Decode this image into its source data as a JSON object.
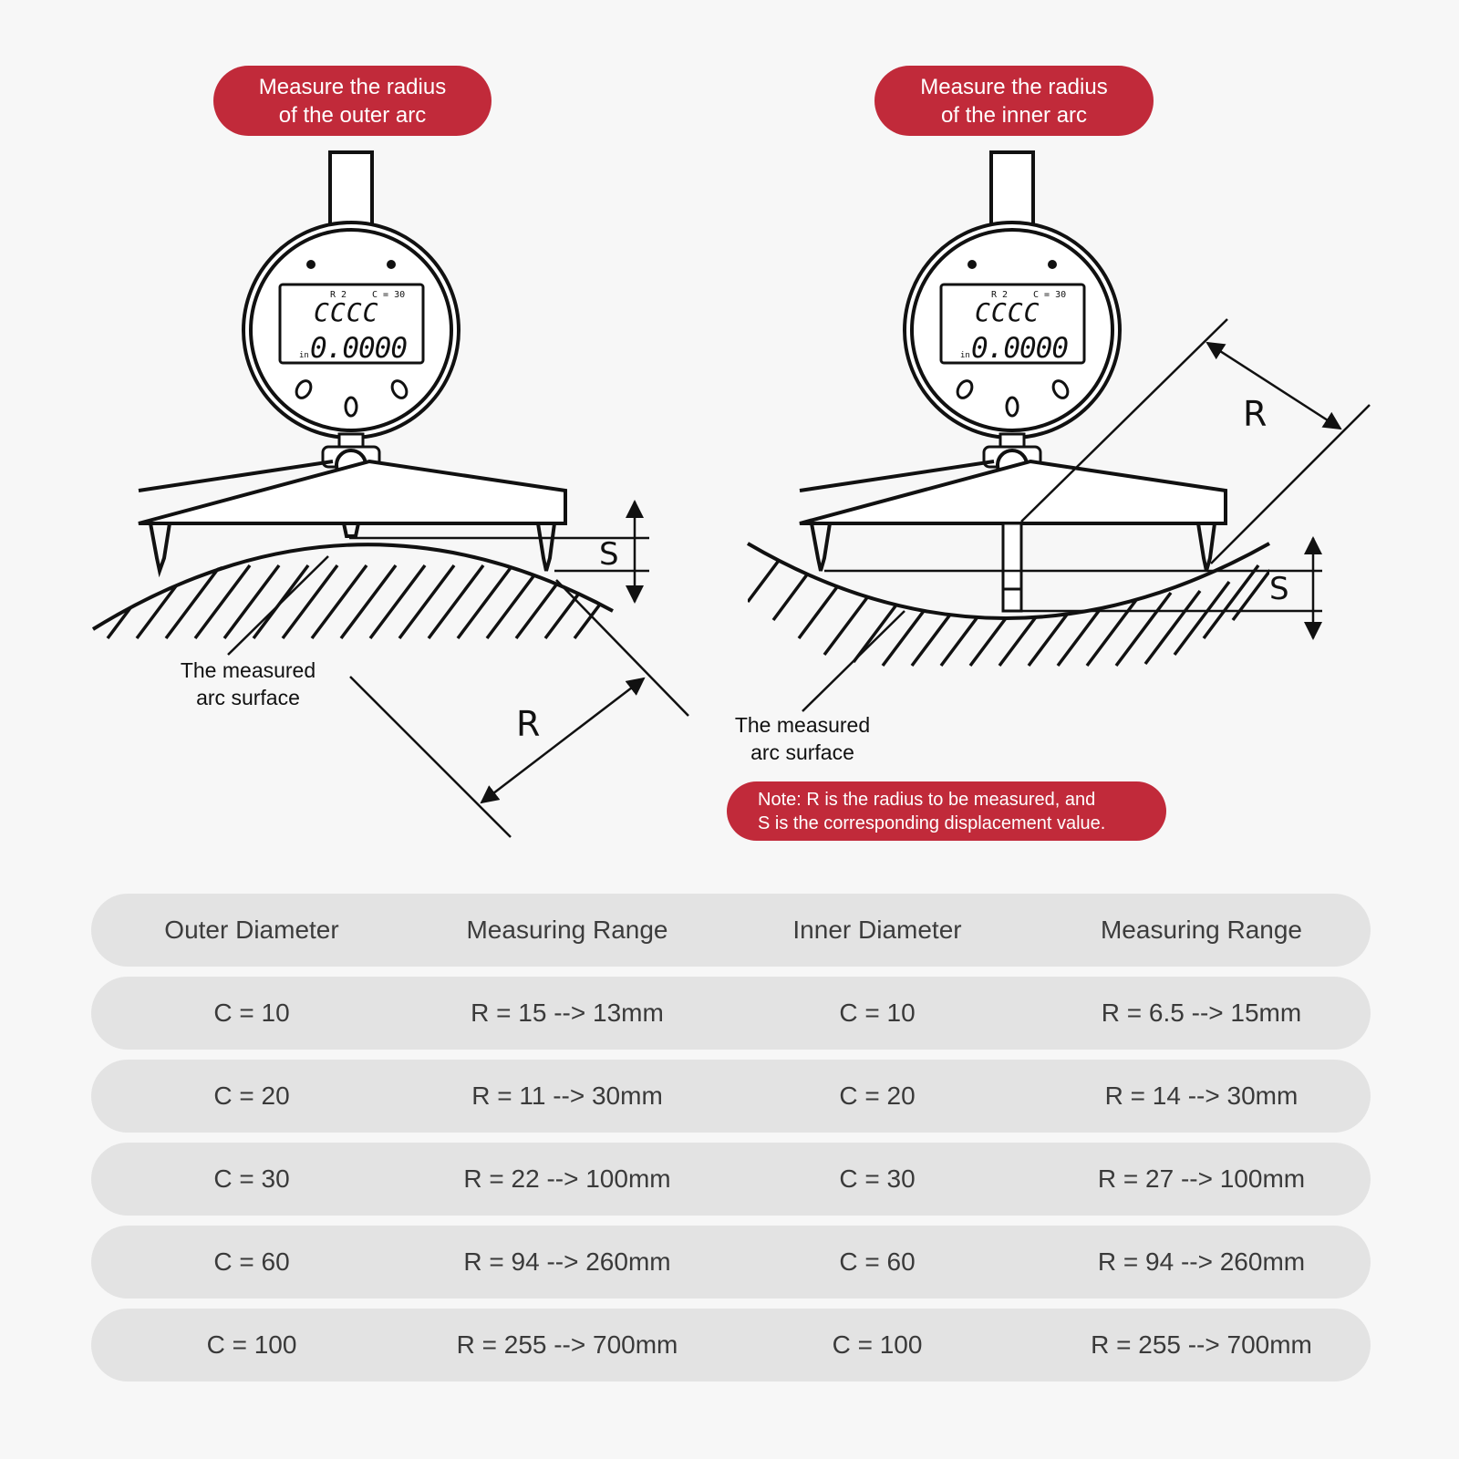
{
  "labels": {
    "outer_pill": [
      "Measure the radius",
      "of the outer arc"
    ],
    "inner_pill": [
      "Measure the radius",
      "of the inner arc"
    ],
    "arc_surface": [
      "The measured",
      "arc surface"
    ],
    "radius_symbol": "R",
    "displacement_symbol": "S",
    "note": [
      "Note: R is the radius to be measured, and",
      "S is the corresponding displacement value."
    ]
  },
  "gauge_display": {
    "mode": "R2",
    "c_value": "C= 30",
    "top_reading": "CCCC",
    "main_reading": "0.0000",
    "unit": "in"
  },
  "table": {
    "headers": [
      "Outer Diameter",
      "Measuring Range",
      "Inner Diameter",
      "Measuring Range"
    ],
    "rows": [
      [
        "C = 10",
        "R = 15 --> 13mm",
        "C = 10",
        "R = 6.5 --> 15mm"
      ],
      [
        "C = 20",
        "R = 11 --> 30mm",
        "C = 20",
        "R = 14 --> 30mm"
      ],
      [
        "C = 30",
        "R = 22 --> 100mm",
        "C = 30",
        "R = 27 --> 100mm"
      ],
      [
        "C = 60",
        "R = 94 --> 260mm",
        "C = 60",
        "R = 94 --> 260mm"
      ],
      [
        "C = 100",
        "R = 255 --> 700mm",
        "C = 100",
        "R = 255 --> 700mm"
      ]
    ]
  },
  "colors": {
    "accent": "#c12a3a",
    "row_bg": "#e3e3e3",
    "background": "#f7f7f7"
  }
}
